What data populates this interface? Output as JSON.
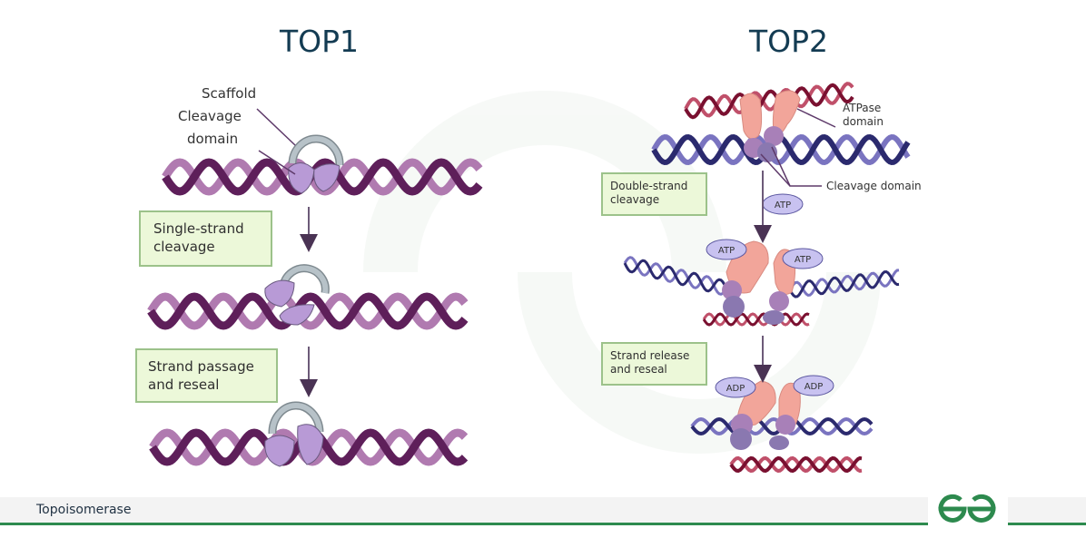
{
  "titles": {
    "top1": "TOP1",
    "top2": "TOP2"
  },
  "top1": {
    "labels": {
      "scaffold": "Scaffold",
      "cleavage_line1": "Cleavage",
      "cleavage_line2": "domain"
    },
    "steps": [
      {
        "line1": "Single-strand",
        "line2": "cleavage"
      },
      {
        "line1": "Strand passage",
        "line2": "and reseal"
      }
    ]
  },
  "top2": {
    "labels": {
      "atpase_line1": "ATPase",
      "atpase_line2": "domain",
      "cleavage_domain": "Cleavage domain"
    },
    "steps": [
      {
        "line1": "Double-strand",
        "line2": "cleavage"
      },
      {
        "line1": "Strand release",
        "line2": "and reseal"
      }
    ],
    "molecules": {
      "atp": "ATP",
      "adp": "ADP"
    }
  },
  "colors": {
    "title": "#133b52",
    "dna_dark_purple": "#5e1f5a",
    "dna_light_purple": "#b07ab0",
    "dna_dark_blue": "#2b2a6e",
    "dna_light_blue": "#7a74c0",
    "dna_dark_red": "#7a1030",
    "dna_light_red": "#c0506a",
    "enzyme_purple": "#b89ad6",
    "scaffold_gray": "#b7c2c8",
    "atpase_salmon": "#f2a59a",
    "brand_green": "#2d8a4e",
    "step_box_bg": "#ecf8d9"
  },
  "footer": {
    "caption": "Topoisomerase",
    "logo": "gfg-logo-icon"
  }
}
